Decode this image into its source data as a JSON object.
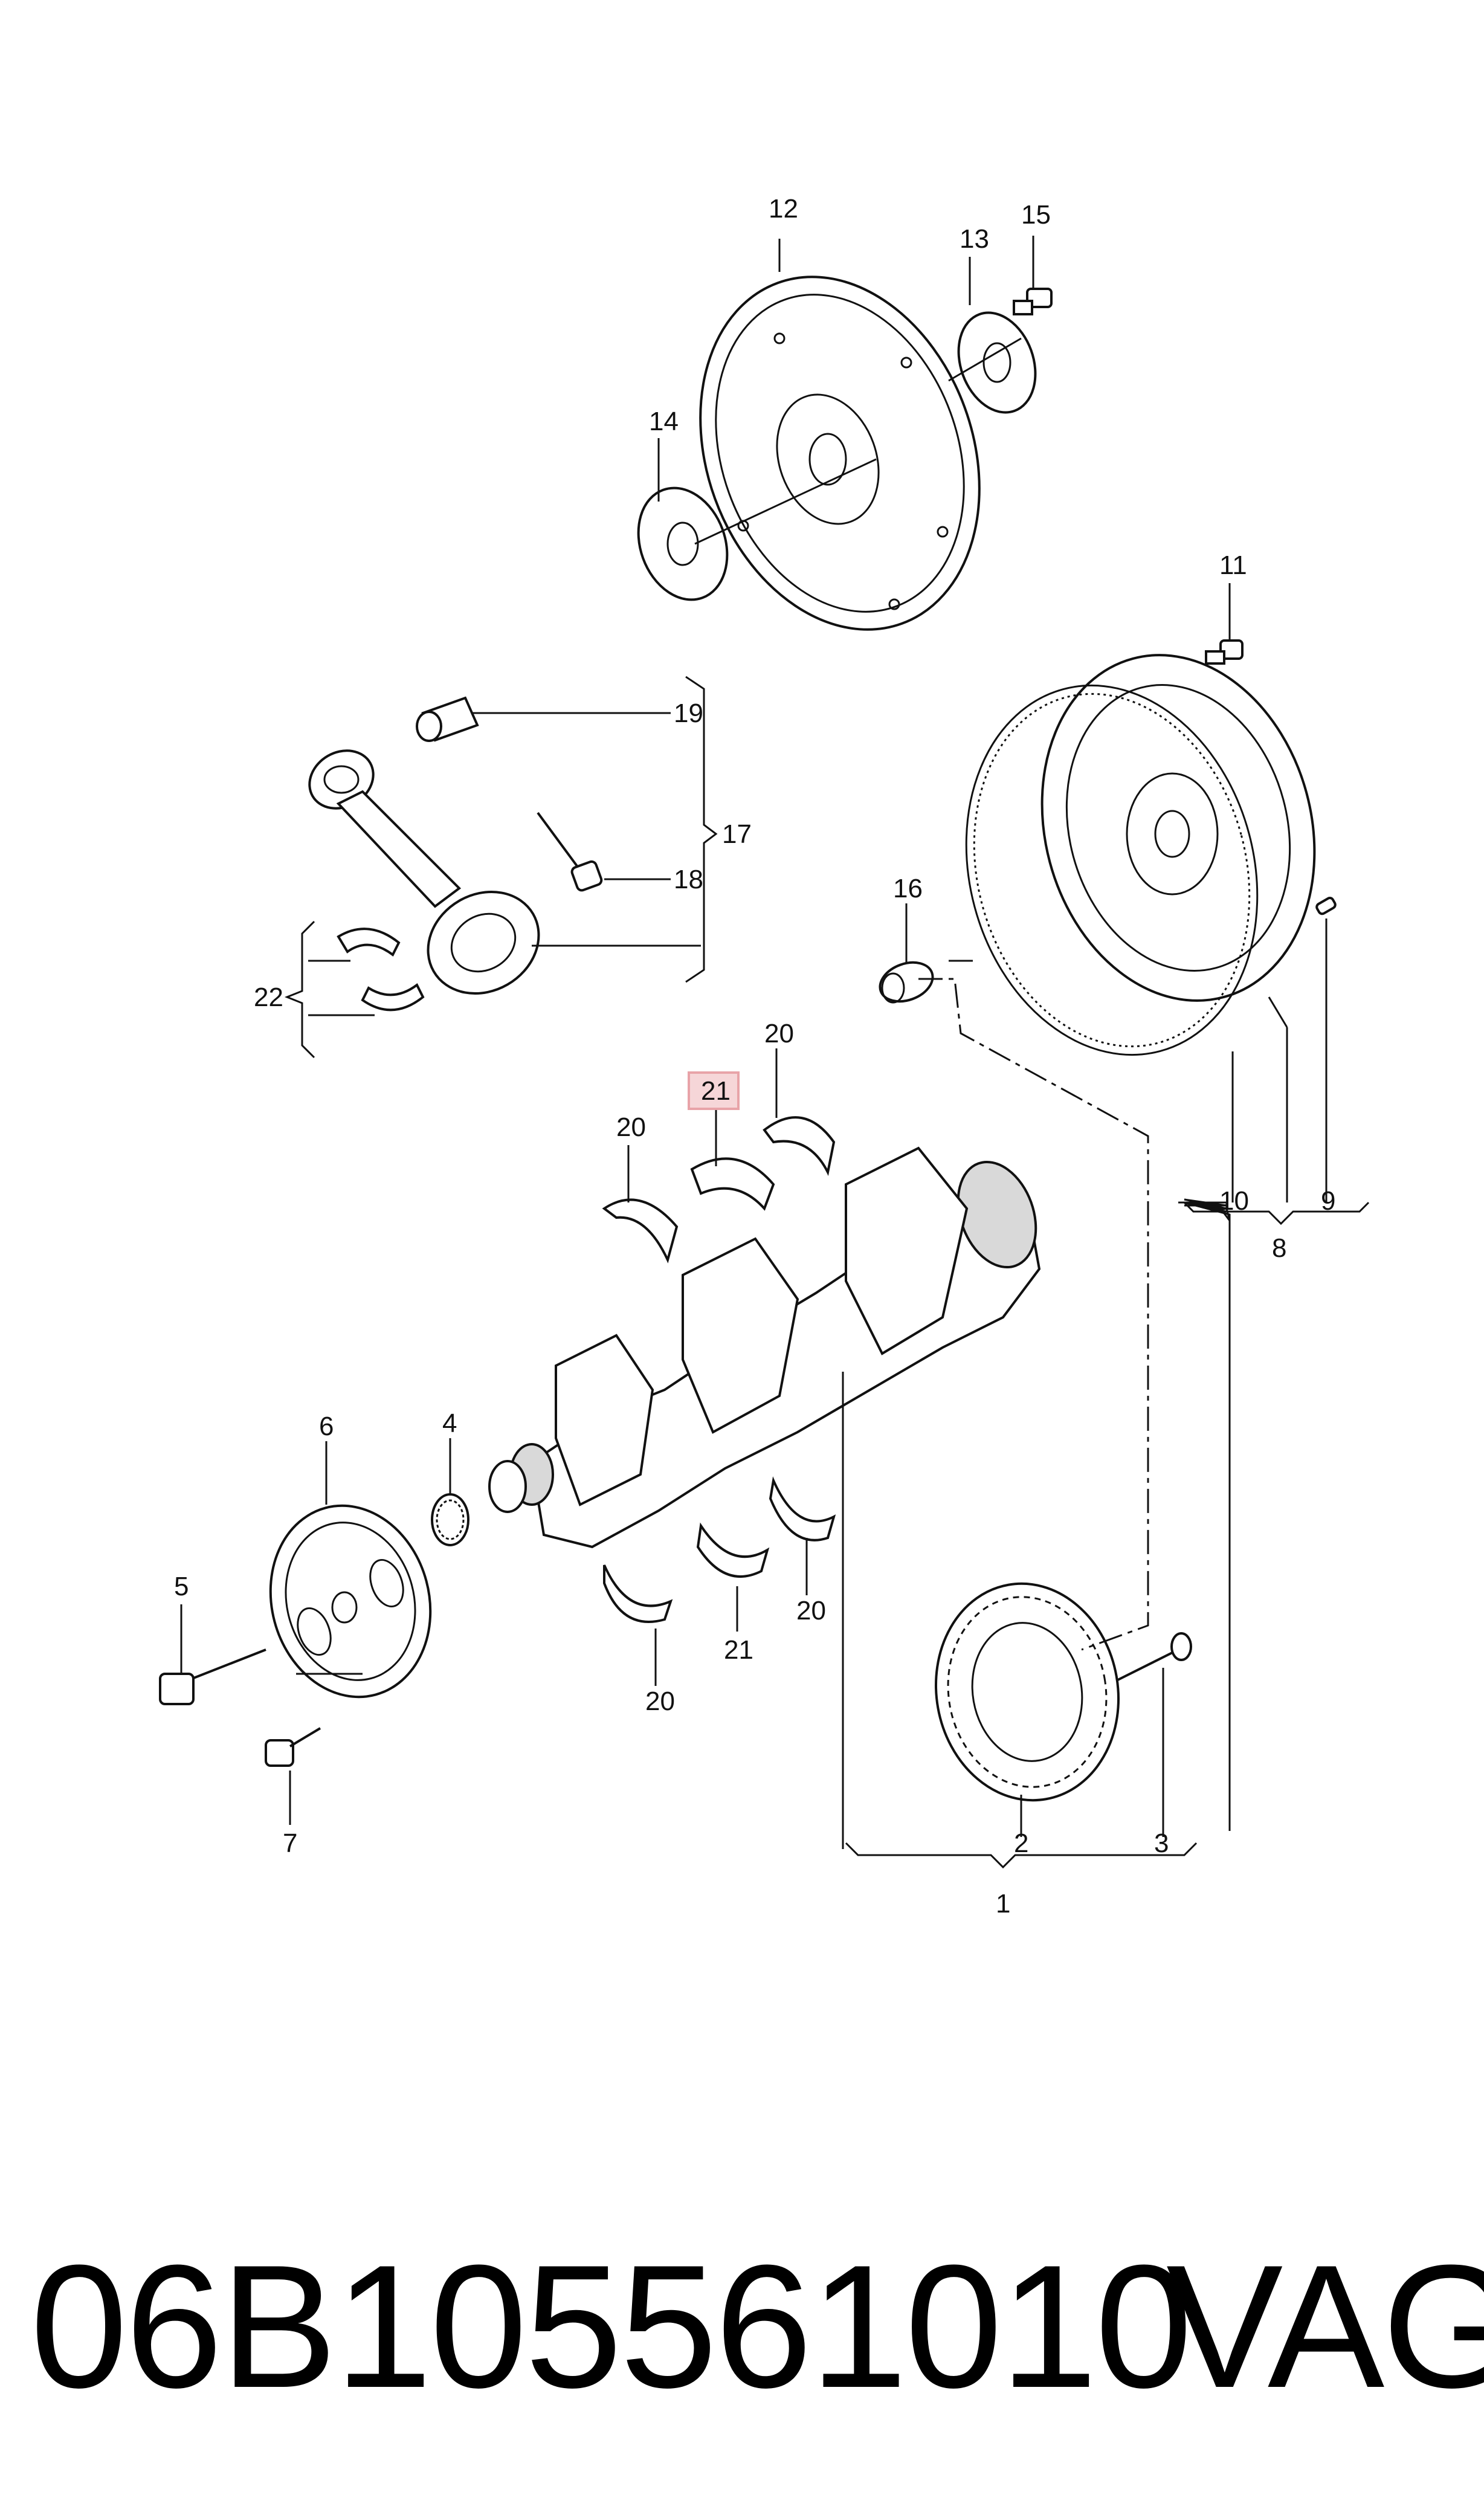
{
  "title": {
    "part_number": "06B105561010",
    "brand": "VAG"
  },
  "callouts": {
    "c1": "1",
    "c2": "2",
    "c3": "3",
    "c4": "4",
    "c5": "5",
    "c6": "6",
    "c7": "7",
    "c8": "8",
    "c9": "9",
    "c10": "10",
    "c11": "11",
    "c12": "12",
    "c13": "13",
    "c14": "14",
    "c15": "15",
    "c16": "16",
    "c17": "17",
    "c18": "18",
    "c19": "19",
    "c20a": "20",
    "c20b": "20",
    "c20c": "20",
    "c20d": "20",
    "c21a": "21",
    "c21b": "21",
    "c22": "22"
  },
  "highlight": {
    "callout": "21",
    "color": "#e8a3a8"
  }
}
